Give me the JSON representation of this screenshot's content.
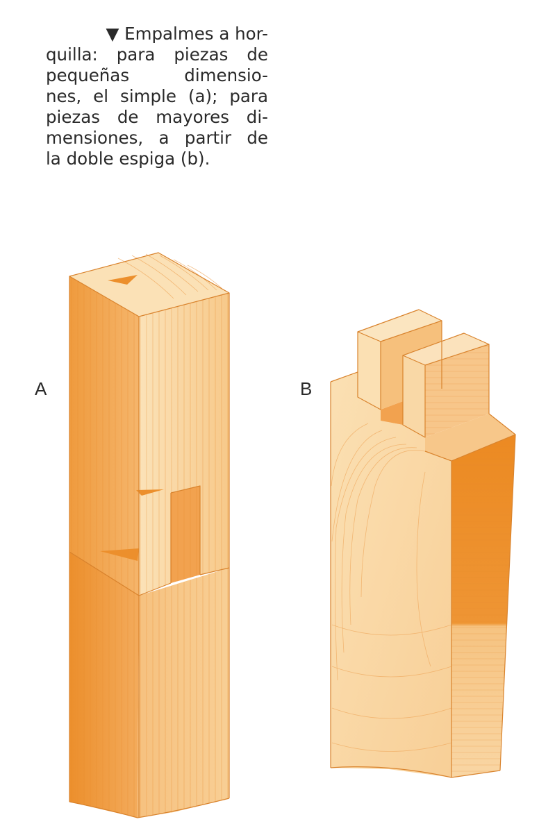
{
  "caption": {
    "marker": "▼",
    "lines": [
      "Empalmes a hor-",
      "quilla: para piezas de",
      "pequeñas dimensio-",
      "nes, el simple (a); para",
      "piezas de mayores di-",
      "mensiones, a partir de",
      "la doble espiga (b)."
    ]
  },
  "labels": {
    "a": "A",
    "b": "B"
  },
  "colors": {
    "wood_light": "#f9d9a6",
    "wood_mid": "#f4b773",
    "wood_dark": "#ec8f2c",
    "grain": "#e9902f",
    "text": "#2a2a2a"
  }
}
